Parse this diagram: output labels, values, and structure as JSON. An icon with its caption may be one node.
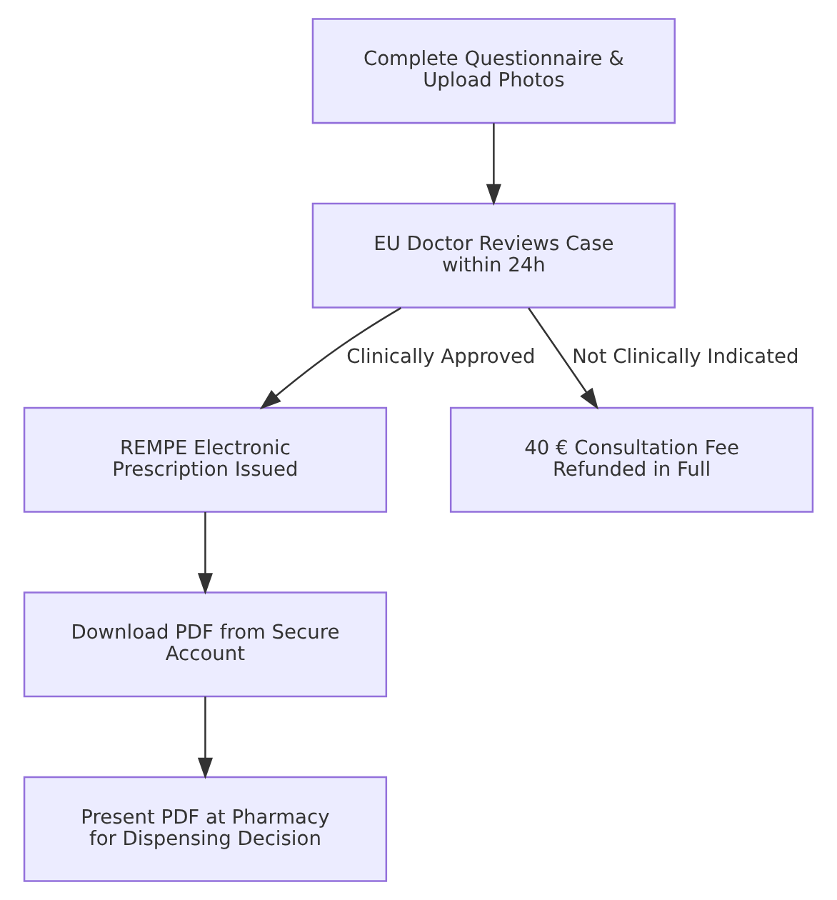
{
  "diagram": {
    "nodes": [
      {
        "text": [
          "Complete Questionnaire & Upload Photos"
        ]
      },
      {
        "text": [
          "EU Doctor Reviews Case within 24h"
        ]
      },
      {
        "text": [
          "REMPE Electronic Prescription Issued"
        ]
      },
      {
        "text": [
          "40 € Consultation Fee Refunded in Full"
        ]
      },
      {
        "text": [
          "Download PDF from Secure Account"
        ]
      },
      {
        "text": [
          "Present PDF at Pharmacy for Dispensing Decision"
        ]
      }
    ],
    "edges": [
      {
        "from": 0,
        "to": 1,
        "arrow": "to"
      },
      {
        "from": 1,
        "to": 2,
        "arrow": "to",
        "label": "Clinically Approved"
      },
      {
        "from": 1,
        "to": 3,
        "arrow": "to",
        "label": "Not Clinically Indicated"
      },
      {
        "from": 2,
        "to": 4,
        "arrow": "to"
      },
      {
        "from": 4,
        "to": 5,
        "arrow": "to"
      }
    ]
  }
}
